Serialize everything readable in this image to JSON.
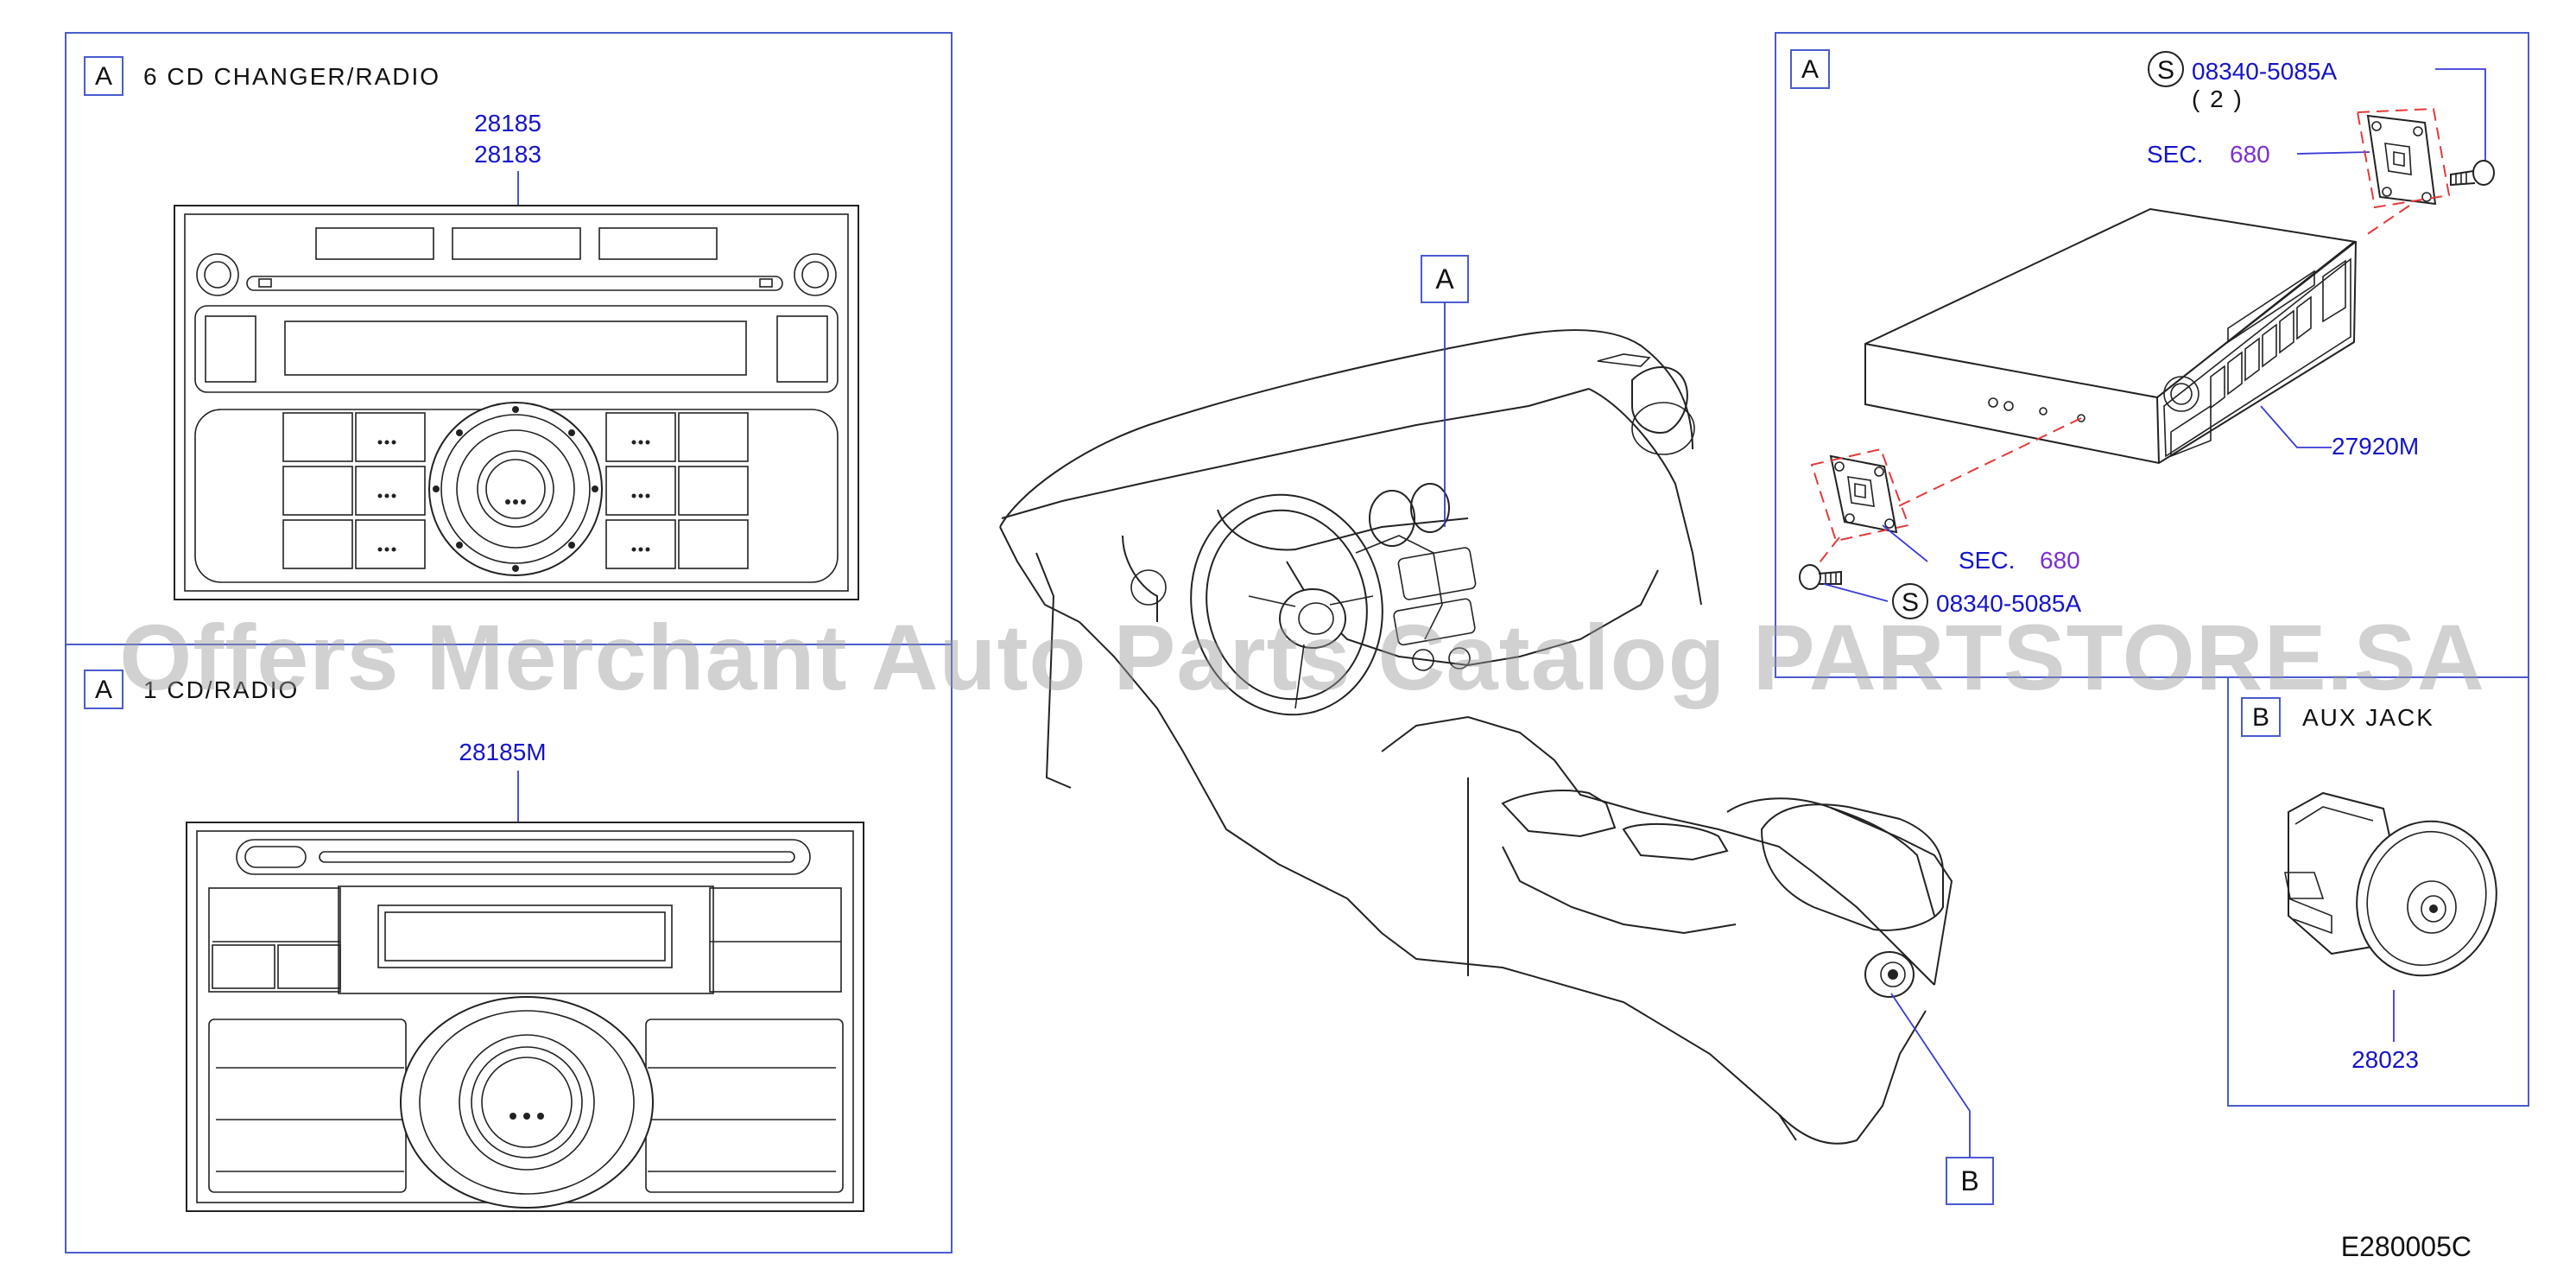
{
  "panels": {
    "six_cd": {
      "letter": "A",
      "title": "6 CD CHANGER/RADIO",
      "part_numbers": [
        "28185",
        "28183"
      ]
    },
    "one_cd": {
      "letter": "A",
      "title": "1 CD/RADIO",
      "part_number": "28185M"
    },
    "detail_a": {
      "letter": "A",
      "screw_symbol": "S",
      "screw_part_top": "08340-5085A",
      "screw_qty_top": "( 2 )",
      "sec_label": "SEC.",
      "sec_number": "680",
      "unit_part": "27920M",
      "screw_part_bottom": "08340-5085A"
    },
    "aux_jack": {
      "letter": "B",
      "title": "AUX JACK",
      "part_number": "28023"
    }
  },
  "callouts": {
    "dash_a": "A",
    "console_b": "B"
  },
  "diagram_code": "E280005C",
  "watermark": "Offers Merchant Auto Parts Catalog PARTSTORE.SA"
}
